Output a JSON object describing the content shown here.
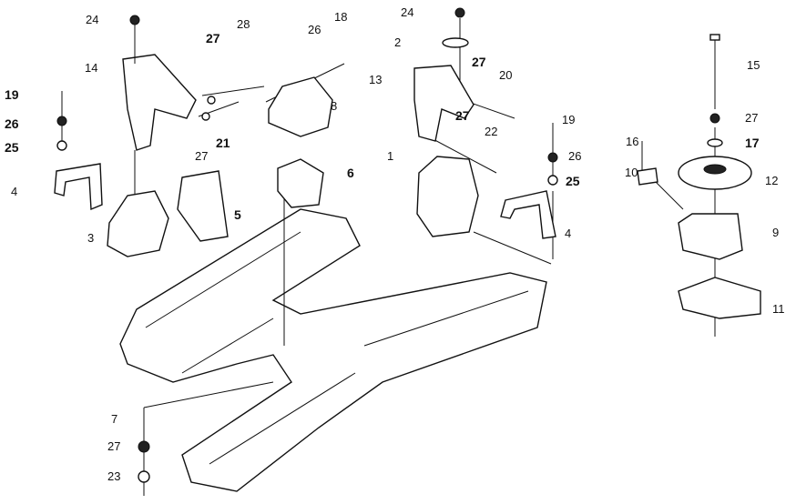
{
  "diagram": {
    "title": "Engine mount assembly parts diagram",
    "callouts": {
      "l24": "24",
      "l28": "28",
      "l27a": "27",
      "l26a": "26",
      "l18": "18",
      "l14": "14",
      "l19a": "19",
      "l26b": "26",
      "l25a": "25",
      "l8": "8",
      "l27b": "27",
      "l21": "21",
      "l6": "6",
      "l4a": "4",
      "l5": "5",
      "l3": "3",
      "r24": "24",
      "r2": "2",
      "r27a": "27",
      "r20": "20",
      "r13": "13",
      "r27b": "27",
      "r22": "22",
      "r19": "19",
      "r26": "26",
      "r25": "25",
      "r1": "1",
      "r4": "4",
      "r16": "16",
      "r10": "10",
      "r15": "15",
      "r27c": "27",
      "r17": "17",
      "r12": "12",
      "r9": "9",
      "r11": "11",
      "b7": "7",
      "b27": "27",
      "b23": "23"
    }
  }
}
